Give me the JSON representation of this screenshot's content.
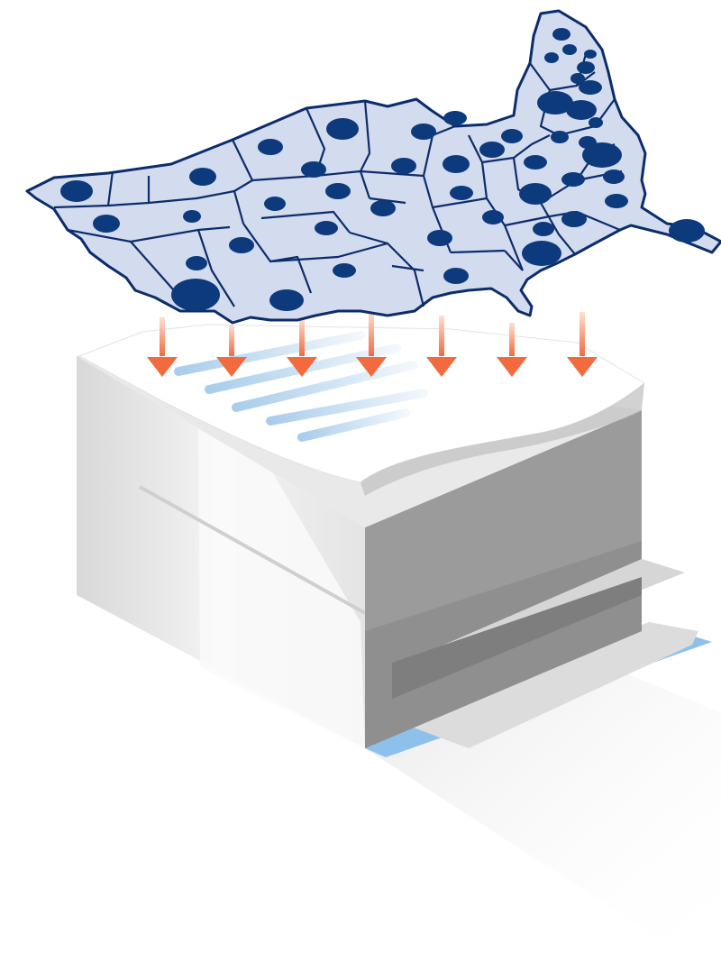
{
  "colors": {
    "background": "#ffffff",
    "map_fill": "#d3dbee",
    "map_border": "#0c2d6b",
    "dot": "#0c3a7d",
    "arrow": "#f26a3d",
    "arrow_fade": "#fde0d3",
    "paper": "#ffffff",
    "paper_lines": "#a9cdeb",
    "box_front": "#dedede",
    "box_front_highlight": "#f8f8f8",
    "box_side": "#9a9a9a",
    "box_side_dark": "#8a8a8a",
    "tray": "#d6d6d6",
    "base_accent": "#8dc1ec",
    "shadow": "#eeeeee"
  },
  "icons": {
    "map": "us-state-map-icon",
    "arrow": "down-arrow-icon",
    "document": "document-icon",
    "stack": "paper-stack-icon"
  },
  "illustration": {
    "arrow_count": 7,
    "document_line_count": 5,
    "dot_count": 48
  }
}
